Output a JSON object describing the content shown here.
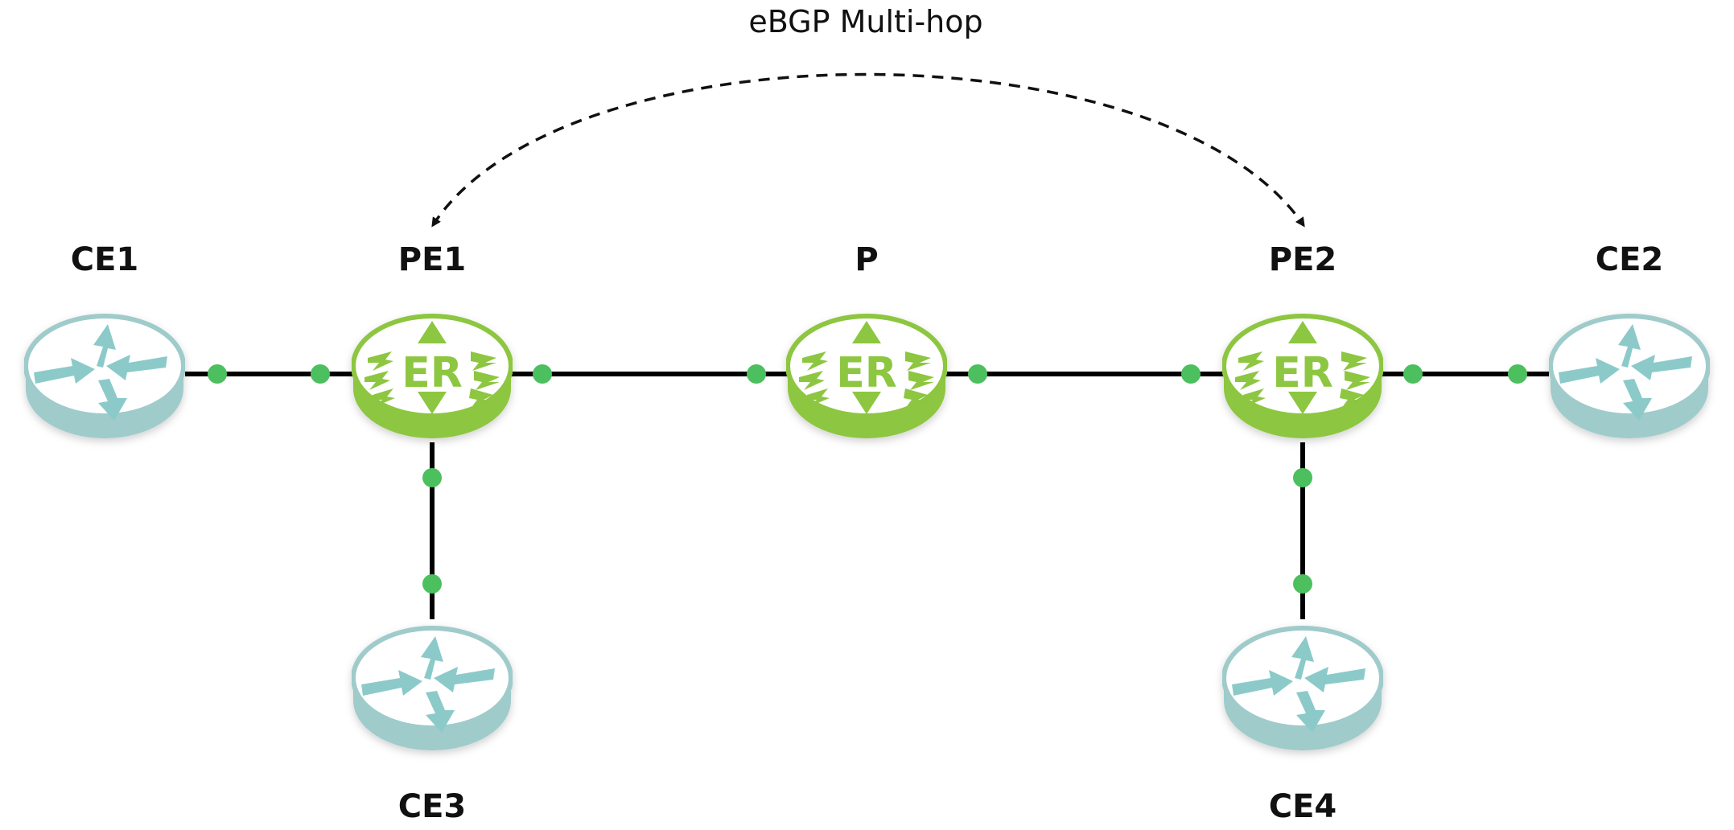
{
  "diagram": {
    "annotation": "eBGP Multi-hop",
    "nodes": [
      {
        "id": "CE1",
        "label": "CE1",
        "kind": "ce",
        "icon": "cisco-router-icon"
      },
      {
        "id": "PE1",
        "label": "PE1",
        "kind": "er",
        "icon": "edge-router-icon"
      },
      {
        "id": "P",
        "label": "P",
        "kind": "er",
        "icon": "edge-router-icon"
      },
      {
        "id": "PE2",
        "label": "PE2",
        "kind": "er",
        "icon": "edge-router-icon"
      },
      {
        "id": "CE2",
        "label": "CE2",
        "kind": "ce",
        "icon": "cisco-router-icon"
      },
      {
        "id": "CE3",
        "label": "CE3",
        "kind": "ce",
        "icon": "cisco-router-icon"
      },
      {
        "id": "CE4",
        "label": "CE4",
        "kind": "ce",
        "icon": "cisco-router-icon"
      }
    ],
    "links": [
      {
        "from": "CE1",
        "to": "PE1"
      },
      {
        "from": "PE1",
        "to": "P"
      },
      {
        "from": "P",
        "to": "PE2"
      },
      {
        "from": "PE2",
        "to": "CE2"
      },
      {
        "from": "PE1",
        "to": "CE3"
      },
      {
        "from": "PE2",
        "to": "CE4"
      }
    ],
    "session": {
      "from": "PE1",
      "to": "PE2",
      "style": "dashed",
      "arrows": "both"
    },
    "colors": {
      "ce_top": "#ffffff",
      "ce_body": "#9fcbcb",
      "ce_arrow": "#8ccaca",
      "er_body": "#8dc63f",
      "er_glyph": "#8dc63f",
      "link": "#000000",
      "port": "#4cbf5f"
    }
  }
}
